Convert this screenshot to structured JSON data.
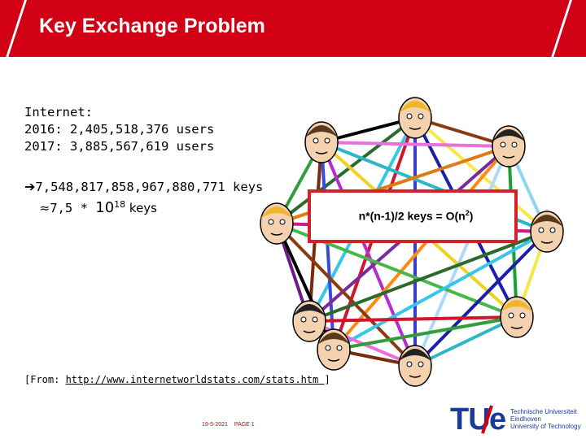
{
  "slide": {
    "title": "Key Exchange Problem",
    "lines": [
      "Internet:",
      "2016: 2,405,518,376 users",
      "2017: 3,885,567,619 users"
    ],
    "arrow_glyph": "➔",
    "total_keys": "7,548,817,858,967,880,771 keys",
    "approx_symbol": "≈",
    "approx_mantissa": "7,5 * ",
    "approx_base": "10",
    "approx_exponent": "18",
    "approx_unit": " keys",
    "formula_text": "n*(n-1)/2 keys = O(n",
    "formula_exponent": "2",
    "formula_close": ")",
    "source_prefix": "[From: ",
    "source_link": "http://www.internetworldstats.com/stats.htm ",
    "source_suffix": "]",
    "footer_date": "19-5-2021",
    "footer_page": "PAGE 1"
  },
  "logo": {
    "tu": "TU",
    "slash": "/",
    "e": "e",
    "lines": "Technische Universiteit\nEindhoven\nUniversity of Technology"
  },
  "colors": {
    "header": "#d20014",
    "formula_border": "#d2232a",
    "logo": "#1a3c96"
  },
  "network": {
    "node_icons": [
      "person-icon",
      "person-icon",
      "person-icon",
      "person-icon",
      "person-icon",
      "person-icon",
      "person-icon",
      "person-icon",
      "person-icon"
    ],
    "line_colors": [
      "#000000",
      "#8b3a0f",
      "#2a6a2a",
      "#f5e94a",
      "#36c6e8",
      "#1b1fa8",
      "#d2142e",
      "#3b3bd0",
      "#e86fdc",
      "#2f9e3a",
      "#2bb7c6",
      "#7a2a0e",
      "#f0d020",
      "#3a4bd8",
      "#b72bd0",
      "#e07a14",
      "#8ed5f0",
      "#7a2b9e",
      "#18a030",
      "#ff8a10",
      "#b0d8f8",
      "#d01890",
      "#6a1a8a",
      "#46b84a"
    ]
  }
}
